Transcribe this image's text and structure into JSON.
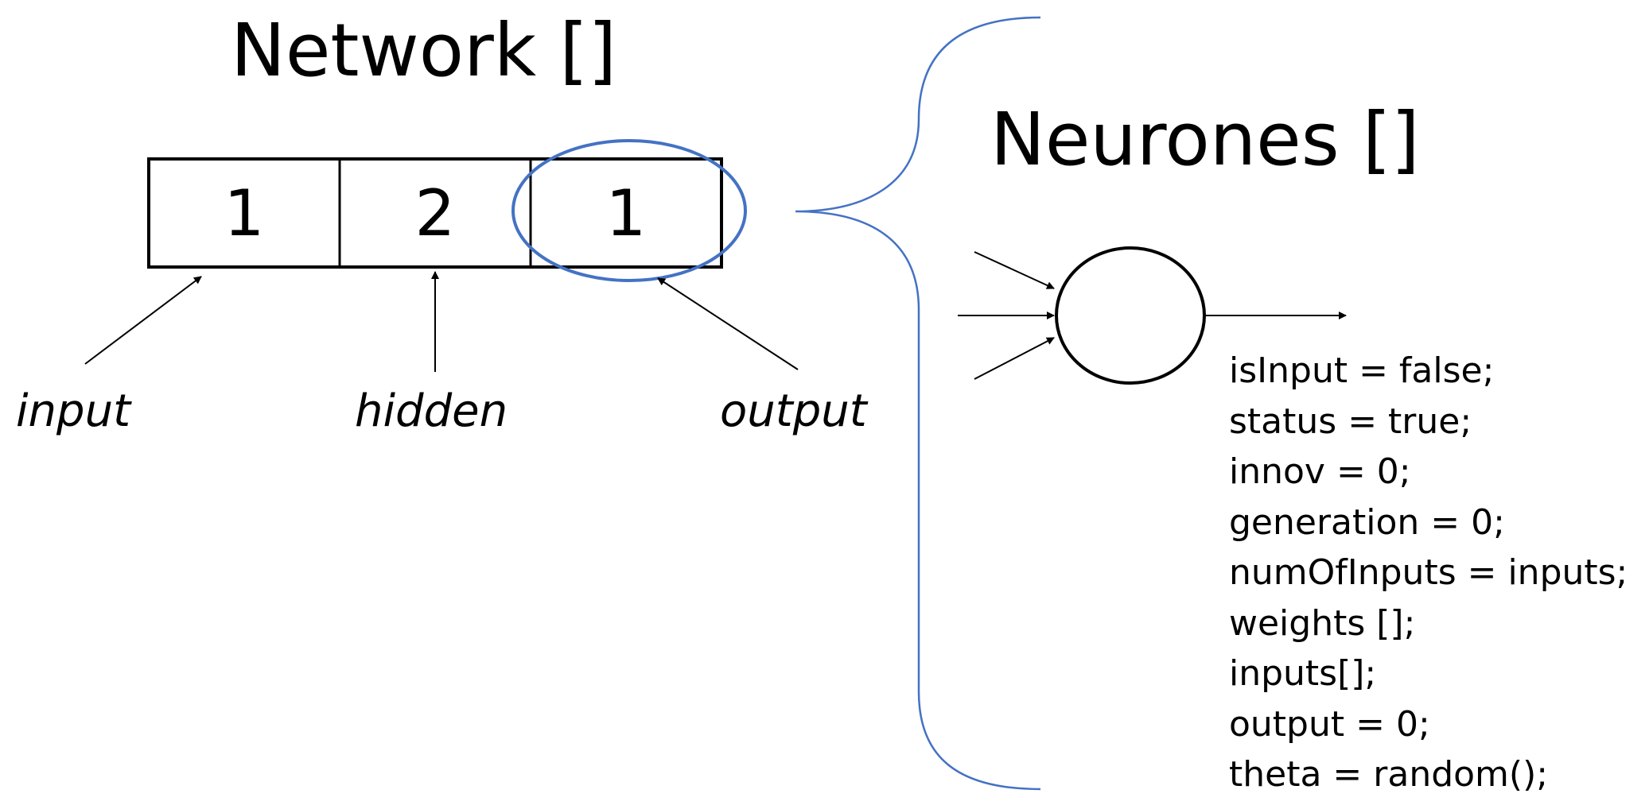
{
  "network": {
    "title": "Network []",
    "layers": [
      {
        "count": "1",
        "label": "input"
      },
      {
        "count": "2",
        "label": "hidden"
      },
      {
        "count": "1",
        "label": "output"
      }
    ]
  },
  "neuron": {
    "title": "Neurones []",
    "properties": [
      "isInput = false;",
      "status = true;",
      "innov = 0;",
      "generation = 0;",
      "numOfInputs = inputs;",
      "weights [];",
      "inputs[];",
      "output = 0;",
      "theta = random();"
    ]
  },
  "colors": {
    "highlight": "#4472C4",
    "stroke": "#000000"
  }
}
